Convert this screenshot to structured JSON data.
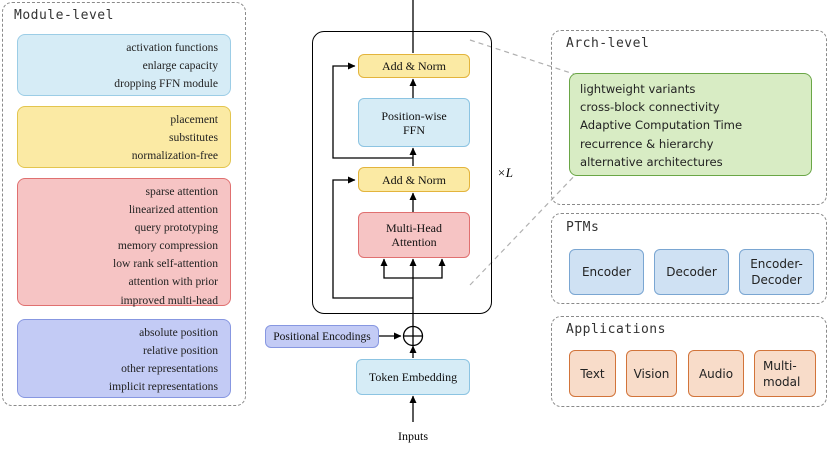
{
  "module_level": {
    "title": "Module-level",
    "box1": [
      "activation functions",
      "enlarge capacity",
      "dropping FFN module"
    ],
    "box2": [
      "placement",
      "substitutes",
      "normalization-free"
    ],
    "box3": [
      "sparse attention",
      "linearized attention",
      "query prototyping",
      "memory compression",
      "low rank self-attention",
      "attention with prior",
      "improved multi-head"
    ],
    "box4": [
      "absolute position",
      "relative position",
      "other representations",
      "implicit representations"
    ]
  },
  "transformer": {
    "add_norm_top": "Add & Norm",
    "ffn_line1": "Position-wise",
    "ffn_line2": "FFN",
    "add_norm_bottom": "Add & Norm",
    "mha_line1": "Multi-Head",
    "mha_line2": "Attention",
    "repeat_label": "×L",
    "positional_encodings": "Positional Encodings",
    "token_embedding": "Token Embedding",
    "inputs": "Inputs"
  },
  "arch_level": {
    "title": "Arch-level",
    "items": [
      "lightweight variants",
      "cross-block connectivity",
      "Adaptive Computation Time",
      "recurrence & hierarchy",
      "alternative architectures"
    ]
  },
  "ptms": {
    "title": "PTMs",
    "encoder": "Encoder",
    "decoder": "Decoder",
    "encdec_line1": "Encoder-",
    "encdec_line2": "Decoder"
  },
  "applications": {
    "title": "Applications",
    "text": "Text",
    "vision": "Vision",
    "audio": "Audio",
    "multi_line1": "Multi-",
    "multi_line2": "modal"
  },
  "colors": {
    "light_blue": "#d6ecf6",
    "yellow": "#fbeaa4",
    "red": "#f6c4c4",
    "indigo": "#c3cbf5",
    "green": "#d8ecc4",
    "ptm_blue": "#cfe1f3",
    "app_orange": "#f8dcc9"
  }
}
